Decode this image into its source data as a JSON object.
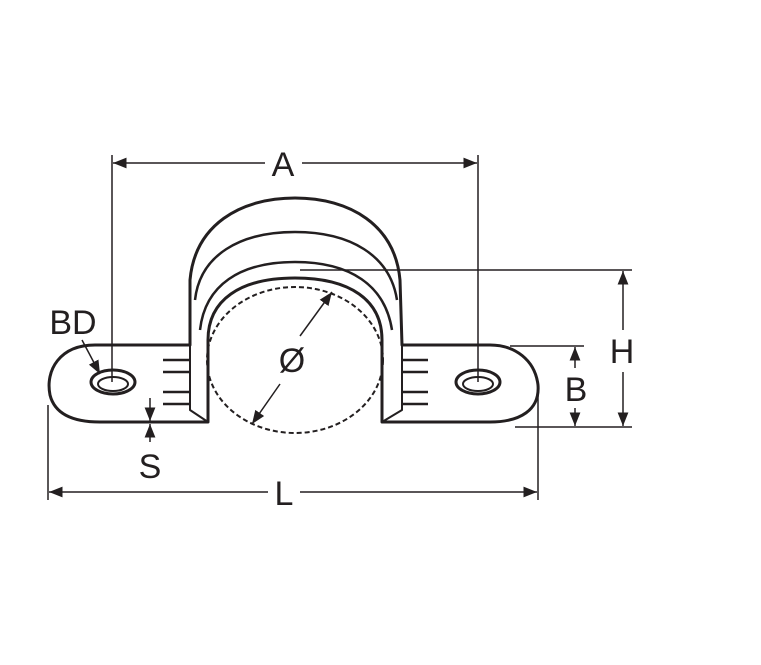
{
  "labels": {
    "a": "A",
    "bd": "BD",
    "h": "H",
    "diameter": "Ø",
    "b": "B",
    "s": "S",
    "l": "L"
  },
  "colors": {
    "stroke": "#231f20",
    "background": "#ffffff"
  }
}
